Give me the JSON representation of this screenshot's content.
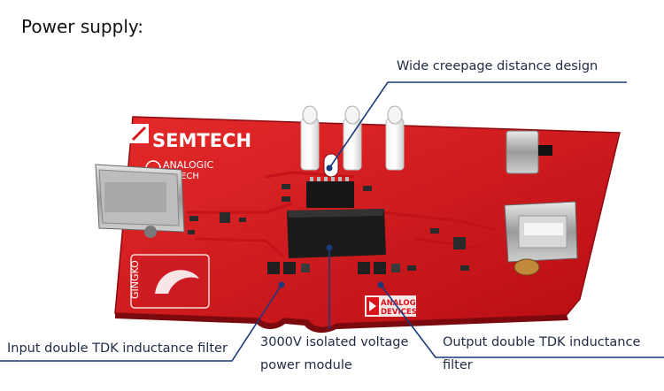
{
  "title": "Power supply:",
  "callouts": {
    "creepage": "Wide creepage distance design",
    "input_filter": "Input double TDK inductance filter",
    "module_line1": "3000V isolated voltage",
    "module_line2": "power module",
    "output_line1": "Output double TDK inductance",
    "output_line2": "filter"
  },
  "board": {
    "brand": "SEMTECH",
    "analogic_line1": "ANALOGIC",
    "analogic_line2": "TECH",
    "gingko": "GINGKO",
    "adi_line1": "ANALOG",
    "adi_line2": "DEVICES"
  },
  "colors": {
    "pcb": "#d8141c",
    "callout_line": "#1a3a7a"
  }
}
